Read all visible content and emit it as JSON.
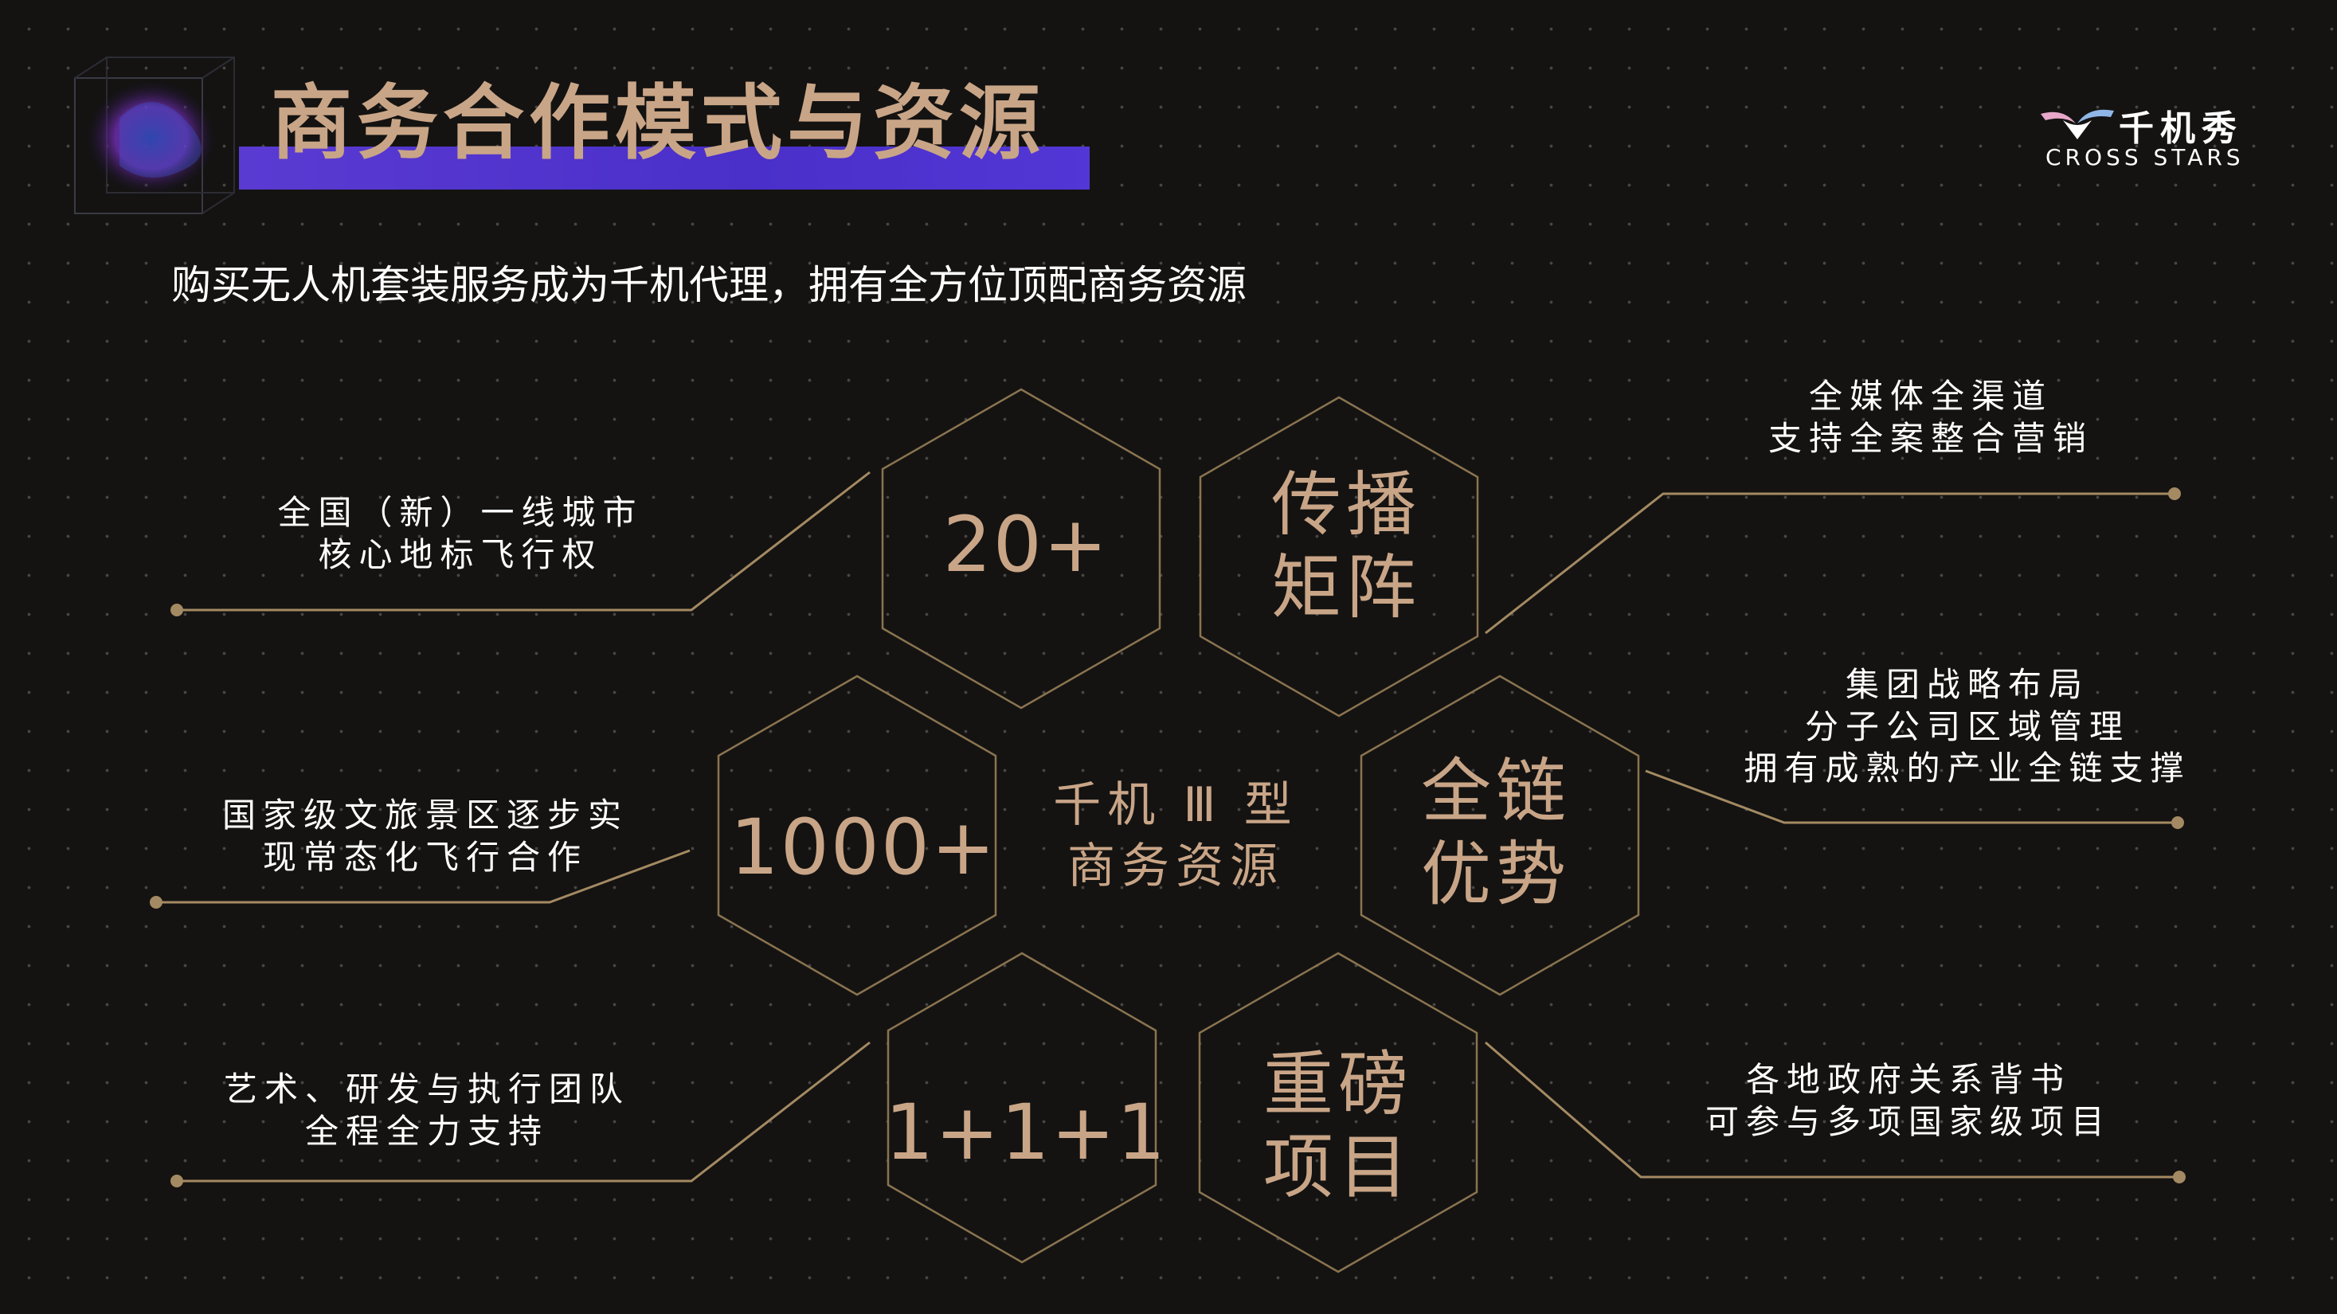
{
  "header": {
    "title": "商务合作模式与资源",
    "subtitle": "购买无人机套装服务成为千机代理，拥有全方位顶配商务资源"
  },
  "logo": {
    "name": "千机秀",
    "sub": "CROSS STARS"
  },
  "hexagons": {
    "cities_count": "20+",
    "media": "传播矩阵",
    "scenic_count": "1000+",
    "center": "千机 Ⅲ 型商务资源",
    "chain": "全链优势",
    "team": "1+1+1",
    "projects": "重磅项目"
  },
  "notes": {
    "cities": [
      "全国（新）一线城市",
      "核心地标飞行权"
    ],
    "media": [
      "全媒体全渠道",
      "支持全案整合营销"
    ],
    "scenic": [
      "国家级文旅景区逐步实",
      "现常态化飞行合作"
    ],
    "chain": [
      "集团战略布局",
      "分子公司区域管理",
      "拥有成熟的产业全链支撑"
    ],
    "team": [
      "艺术、研发与执行团队",
      "全程全力支持"
    ],
    "projects": [
      "各地政府关系背书",
      "可参与多项国家级项目"
    ]
  },
  "colors": {
    "accent_gold": "#c9a587",
    "line_gold": "#a48a62",
    "title_bar": "#4a2fc9",
    "background": "#141312"
  }
}
